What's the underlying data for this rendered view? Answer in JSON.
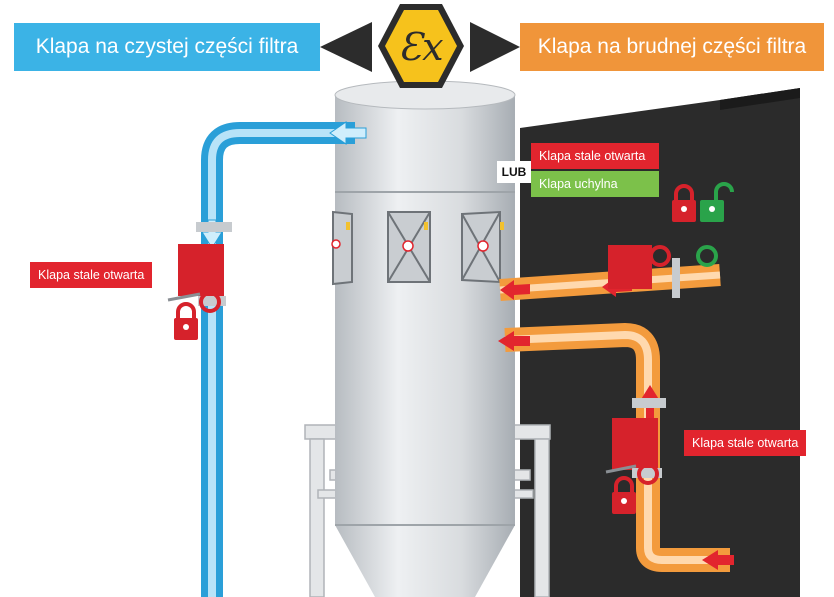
{
  "header": {
    "clean_side_label": "Klapa na czystej części filtra",
    "dirty_side_label": "Klapa na brudnej części filtra",
    "ex_symbol_icon": "atex-ex-hexagon-icon"
  },
  "tags": {
    "clean_valve": "Klapa stale otwarta",
    "top_right_open": "Klapa stale otwarta",
    "top_right_tilting": "Klapa  uchylna",
    "lub": "LUB",
    "bottom_right_valve": "Klapa stale otwarta"
  },
  "colors": {
    "clean_blue": "#3bb3e6",
    "dirty_orange": "#f0953a",
    "tag_red": "#e2252e",
    "tag_green": "#7cc14a",
    "ex_yellow": "#f6c21c",
    "dark_wall": "#2b2b2b"
  },
  "icons": [
    "red-lock-icon",
    "green-unlock-icon",
    "flow-arrow-icon",
    "rupture-valve-icon"
  ]
}
